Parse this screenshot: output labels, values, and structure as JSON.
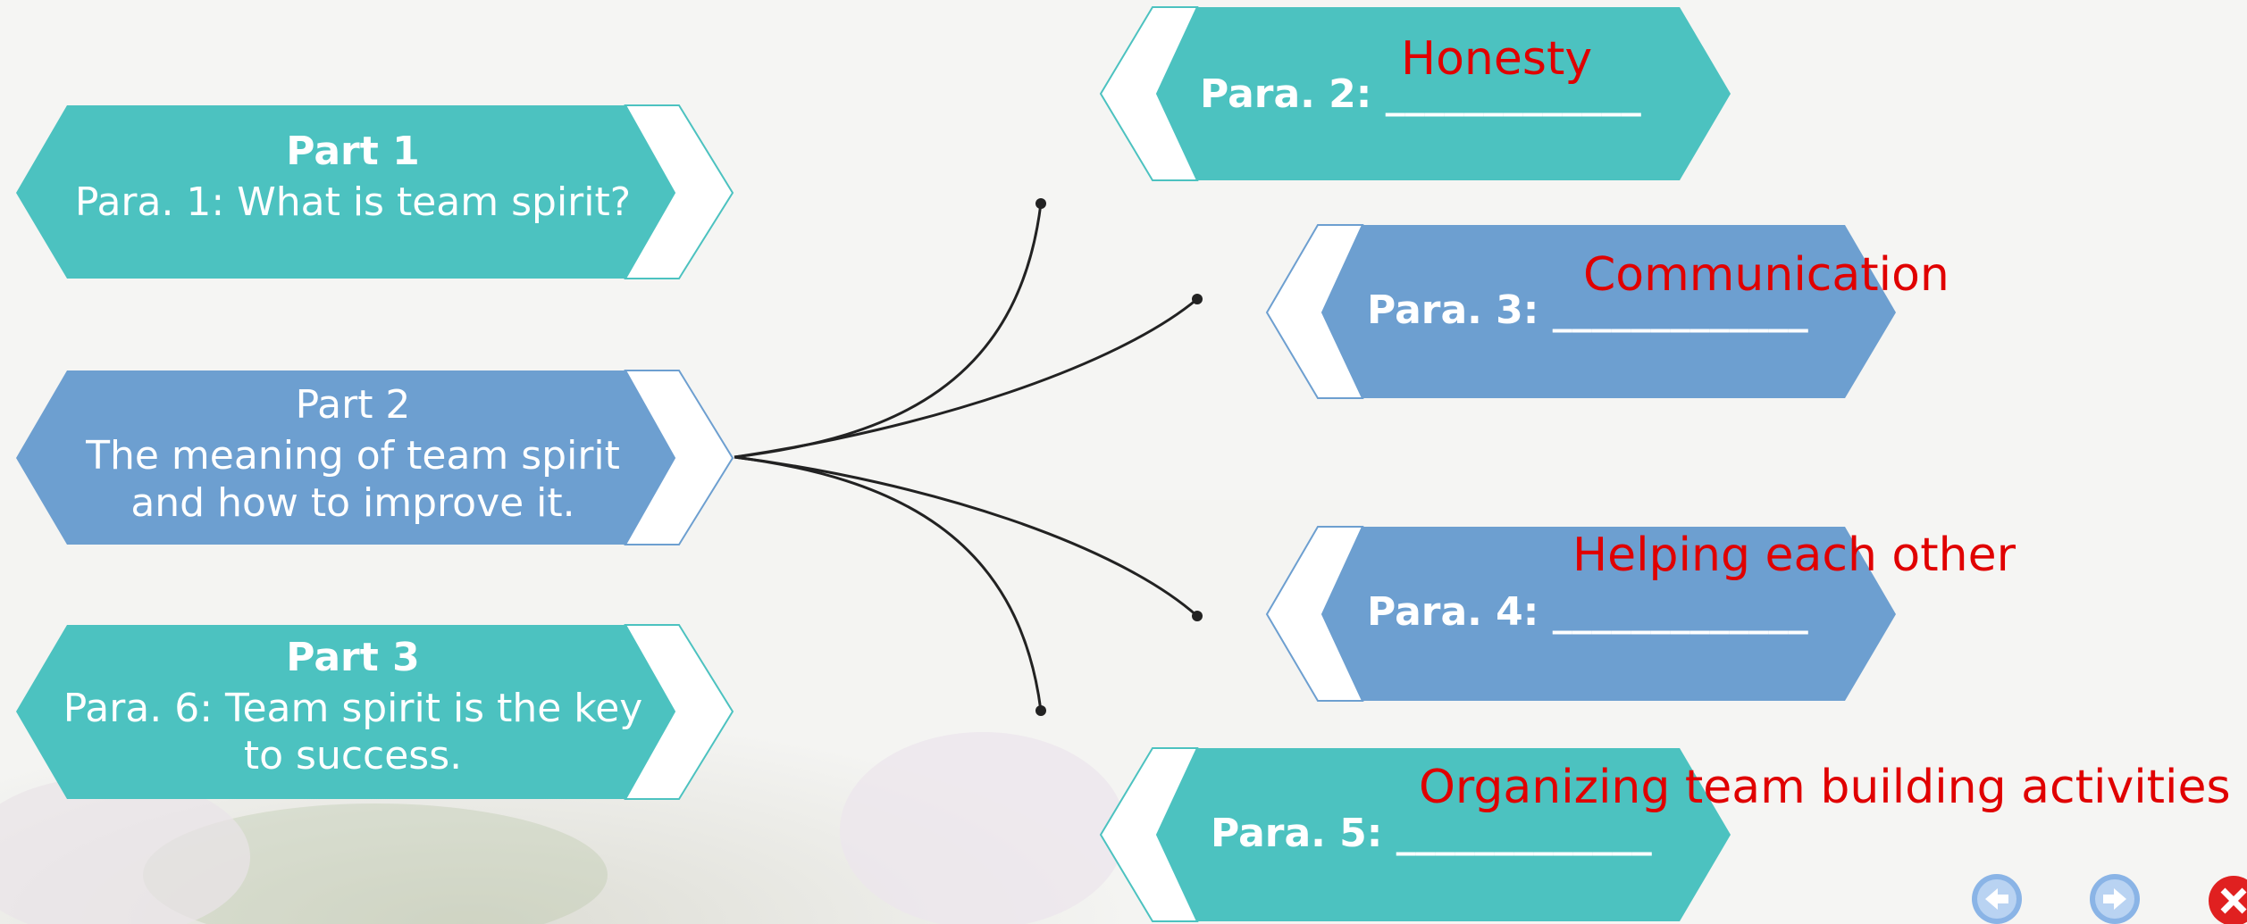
{
  "left_parts": [
    {
      "title": "Part 1",
      "text": "Para. 1: What is team spirit?",
      "title_bold": true
    },
    {
      "title": "Part 2",
      "text": "The meaning of team spirit and how to improve it.",
      "title_bold": false
    },
    {
      "title": "Part 3",
      "text": "Para. 6: Team spirit is the key to success.",
      "title_bold": true
    }
  ],
  "right_paras": [
    {
      "label": "Para. 2: _____________",
      "answer": "Honesty"
    },
    {
      "label": "Para. 3: _____________",
      "answer": "Communication"
    },
    {
      "label": "Para. 4: _____________",
      "answer": "Helping each other"
    },
    {
      "label": "Para. 5: _____________",
      "answer": "Organizing team building activities"
    }
  ],
  "colors": {
    "teal": "#4cc2c0",
    "blue": "#6d9fd0",
    "answer_red": "#e00000"
  },
  "nav": {
    "icons": [
      "back-arrow-icon",
      "forward-arrow-icon",
      "close-icon"
    ]
  }
}
